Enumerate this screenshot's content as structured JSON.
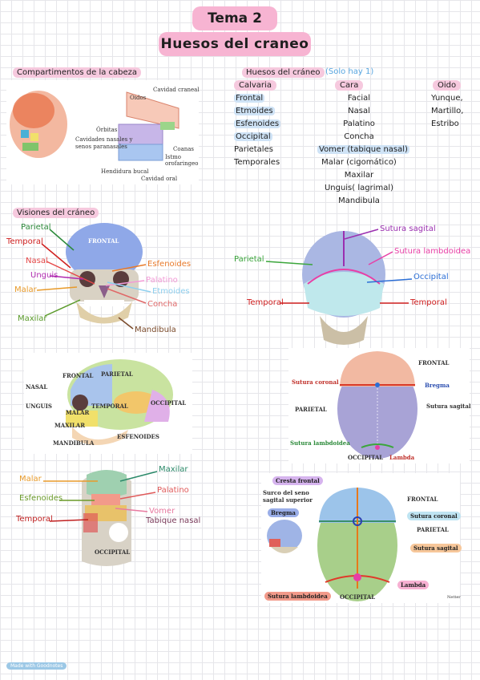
{
  "header": {
    "title": "Tema 2",
    "subtitle": "Huesos del craneo"
  },
  "compartimentos": {
    "heading": "Compartimentos de la cabeza",
    "labels": [
      "Cavidad craneal",
      "Oidos",
      "Órbitas",
      "Cavidades nasales y senos paranasales",
      "Coanas",
      "Istmo orofaringeo",
      "Hendidura bucal",
      "Cavidad oral"
    ]
  },
  "huesos": {
    "heading": "Huesos del cráneo",
    "note": "(Solo hay 1)",
    "columns": [
      {
        "header": "Calvaria",
        "items": [
          "Frontal",
          "Etmoides",
          "Esfenoides",
          "Occipital",
          "Parietales",
          "Temporales"
        ]
      },
      {
        "header": "Cara",
        "items": [
          "Facial",
          "Nasal",
          "Palatino",
          "Concha",
          "Vomer (tabique nasal)",
          "Malar (cigomático)",
          "Maxilar",
          "Unguis( lagrimal)",
          "Mandibula"
        ]
      },
      {
        "header": "Oido",
        "items": [
          "Yunque,",
          "Martillo,",
          "Estribo"
        ]
      }
    ]
  },
  "visiones": {
    "heading": "Visiones del cráneo"
  },
  "frontal_view": {
    "photo_label": "FRONTAL",
    "left": [
      "Parietal",
      "Temporal",
      "Nasal",
      "Unguis",
      "Malar",
      "Maxilar"
    ],
    "right": [
      "Esfenoides",
      "Palatino",
      "Etmoides",
      "Concha",
      "Mandibula"
    ]
  },
  "posterior_view": {
    "labels": [
      "Sutura sagital",
      "Sutura lambdoidea",
      "Parietal",
      "Occipital",
      "Temporal",
      "Temporal"
    ]
  },
  "lateral_view": {
    "labels": [
      "FRONTAL",
      "PARIETAL",
      "NASAL",
      "UNGUIS",
      "MALAR",
      "TEMPORAL",
      "OCCIPITAL",
      "MAXILAR",
      "MANDIBULA",
      "ESFENOIDES"
    ]
  },
  "superior_view": {
    "labels": [
      "FRONTAL",
      "Sutura coronal",
      "Bregma",
      "Sutura sagital",
      "PARIETAL",
      "Sutura lambdoidea",
      "OCCIPITAL",
      "Lambda"
    ]
  },
  "inferior_view": {
    "left": [
      "Malar",
      "Esfenoides",
      "Temporal"
    ],
    "right": [
      "Maxilar",
      "Palatino",
      "Vomer",
      "Tabique nasal"
    ],
    "photo_label": "OCCIPITAL"
  },
  "detail_view": {
    "labels": [
      "Cresta frontal",
      "Surco del seno sagital superior",
      "Bregma",
      "FRONTAL",
      "Sutura coronal",
      "PARIETAL",
      "Sutura sagital",
      "Lambda",
      "Sutura lambdoidea",
      "OCCIPITAL",
      "Netter"
    ]
  },
  "footer": "Made with Goodnotes",
  "colors": {
    "accent_pink": "#f7b4d2",
    "pink_soft": "#f6c9de",
    "blue_soft": "#cfe3f6"
  }
}
